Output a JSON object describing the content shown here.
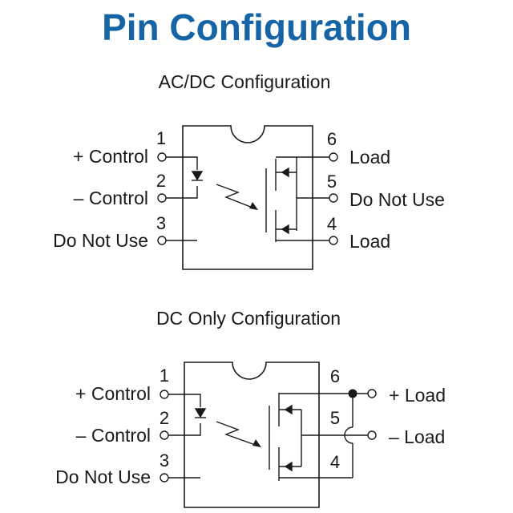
{
  "title": "Pin Configuration",
  "colors": {
    "title": "#1565a6",
    "ink": "#1a1a1a",
    "background": "#ffffff"
  },
  "ac_dc": {
    "heading": "AC/DC Configuration",
    "pins": [
      {
        "number": "1",
        "label": "+ Control"
      },
      {
        "number": "2",
        "label": "– Control"
      },
      {
        "number": "3",
        "label": "Do Not Use"
      },
      {
        "number": "6",
        "label": "Load"
      },
      {
        "number": "5",
        "label": "Do Not Use"
      },
      {
        "number": "4",
        "label": "Load"
      }
    ]
  },
  "dc_only": {
    "heading": "DC Only Configuration",
    "pins": [
      {
        "number": "1",
        "label": "+ Control"
      },
      {
        "number": "2",
        "label": "– Control"
      },
      {
        "number": "3",
        "label": "Do Not Use"
      },
      {
        "number": "6",
        "label": ""
      },
      {
        "number": "5",
        "label": ""
      },
      {
        "number": "4",
        "label": ""
      }
    ],
    "load_terminals": [
      {
        "label": "+ Load"
      },
      {
        "label": "– Load"
      }
    ]
  }
}
